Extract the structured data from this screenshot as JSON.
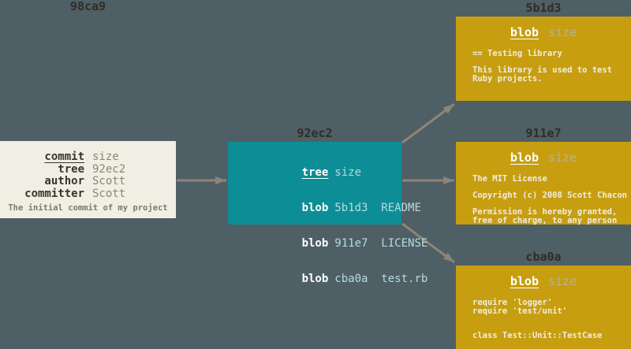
{
  "colors": {
    "background": "#4e5f66",
    "commit_box": "#f1efe3",
    "tree_box": "#0d8e96",
    "blob_box": "#c79e10",
    "arrow": "#8e8478",
    "hash_label": "#332c24"
  },
  "commit": {
    "hash": "98ca9",
    "rows": [
      {
        "key": "commit",
        "value": "size"
      },
      {
        "key": "tree",
        "value": "92ec2"
      },
      {
        "key": "author",
        "value": "Scott"
      },
      {
        "key": "committer",
        "value": "Scott"
      }
    ],
    "message": "The initial commit of my project"
  },
  "tree": {
    "hash": "92ec2",
    "rows": [
      {
        "key": "tree",
        "value": "size"
      },
      {
        "key": "blob",
        "value": "5b1d3  README"
      },
      {
        "key": "blob",
        "value": "911e7  LICENSE"
      },
      {
        "key": "blob",
        "value": "cba0a  test.rb"
      }
    ]
  },
  "blobs": [
    {
      "hash": "5b1d3",
      "header_key": "blob",
      "header_value": "size",
      "body": "== Testing library\n\nThis library is used to test\nRuby projects."
    },
    {
      "hash": "911e7",
      "header_key": "blob",
      "header_value": "size",
      "body": "The MIT License\n\nCopyright (c) 2008 Scott Chacon\n\nPermission is hereby granted,\nfree of charge, to any person"
    },
    {
      "hash": "cba0a",
      "header_key": "blob",
      "header_value": "size",
      "body": "require 'logger'\nrequire 'test/unit'\n\n\nclass Test::Unit::TestCase"
    }
  ]
}
